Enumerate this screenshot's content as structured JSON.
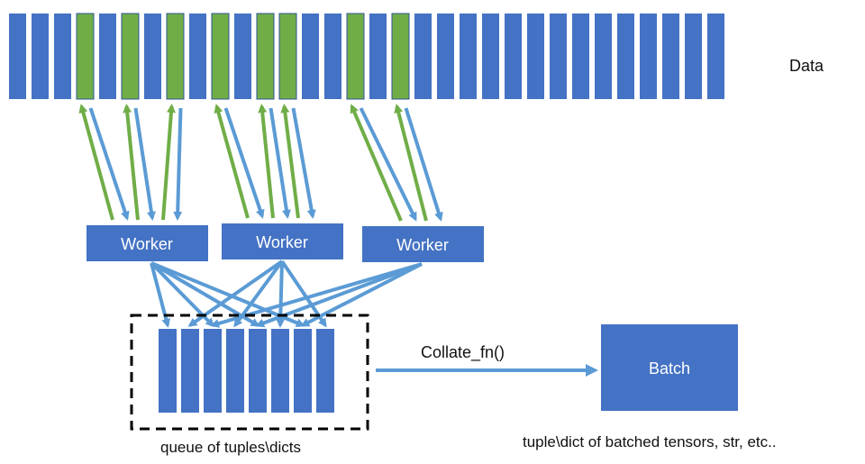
{
  "data_label": "Data",
  "data_cells": {
    "count": 32,
    "highlighted": [
      3,
      5,
      7,
      9,
      11,
      12,
      15,
      17
    ]
  },
  "workers": [
    {
      "label": "Worker"
    },
    {
      "label": "Worker"
    },
    {
      "label": "Worker"
    }
  ],
  "queue": {
    "caption": "queue of tuples\\dicts",
    "cell_count": 8
  },
  "collate_label": "Collate_fn()",
  "batch": {
    "label": "Batch",
    "caption": "tuple\\dict of batched tensors, str, etc.."
  },
  "colors": {
    "block_blue": "#4472c4",
    "block_green": "#70ad47",
    "arrow_blue": "#5b9bd5",
    "arrow_green": "#70ad47",
    "text": "#111111"
  }
}
